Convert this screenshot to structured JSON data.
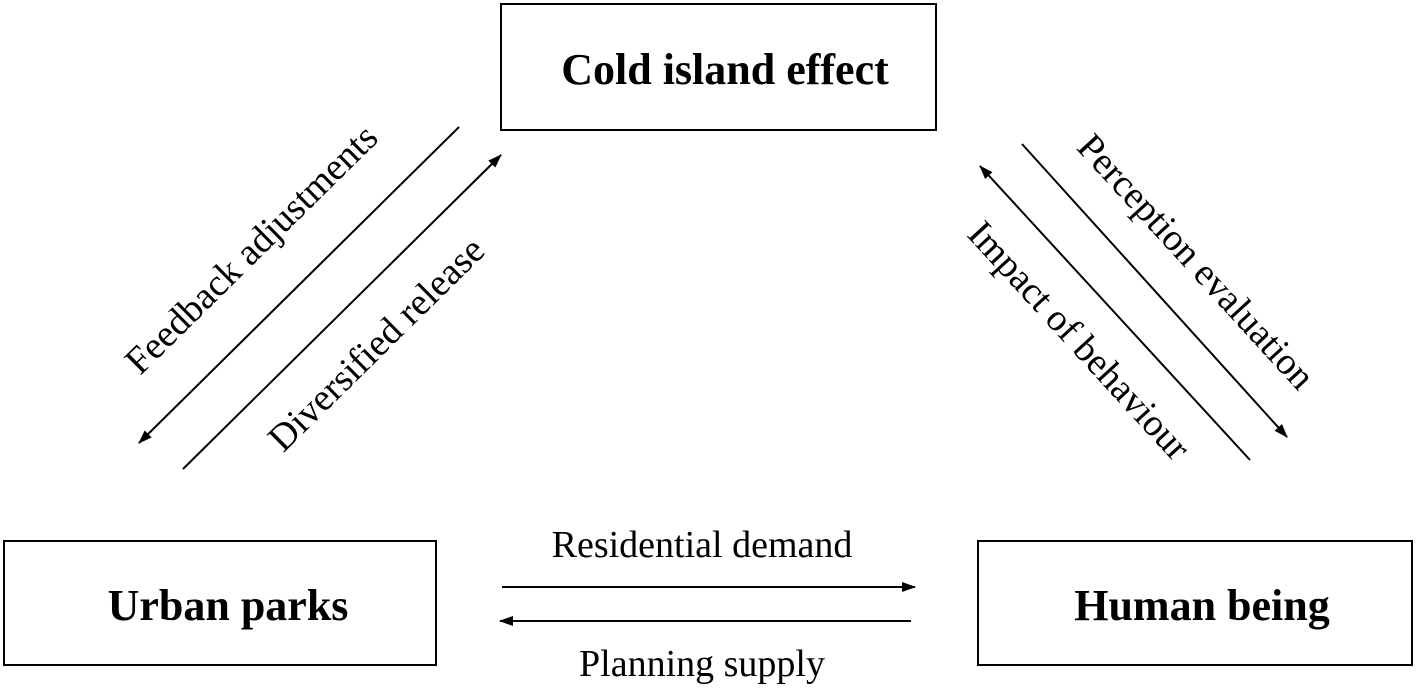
{
  "nodes": {
    "cold_island": {
      "label": "Cold island effect"
    },
    "urban_parks": {
      "label": "Urban parks"
    },
    "human_being": {
      "label": "Human being"
    }
  },
  "edges": {
    "feedback_adjustments": {
      "label": "Feedback adjustments",
      "from": "Cold island effect",
      "to": "Urban parks"
    },
    "diversified_release": {
      "label": "Diversified release",
      "from": "Urban parks",
      "to": "Cold island effect"
    },
    "perception_evaluation": {
      "label": "Perception evaluation",
      "from": "Cold island effect",
      "to": "Human being"
    },
    "impact_of_behaviour": {
      "label": "Impact of behaviour",
      "from": "Human being",
      "to": "Cold island effect"
    },
    "residential_demand": {
      "label": "Residential demand",
      "from": "Urban parks",
      "to": "Human being"
    },
    "planning_supply": {
      "label": "Planning supply",
      "from": "Human being",
      "to": "Urban parks"
    }
  },
  "colors": {
    "stroke": "#000000",
    "background": "#ffffff"
  }
}
